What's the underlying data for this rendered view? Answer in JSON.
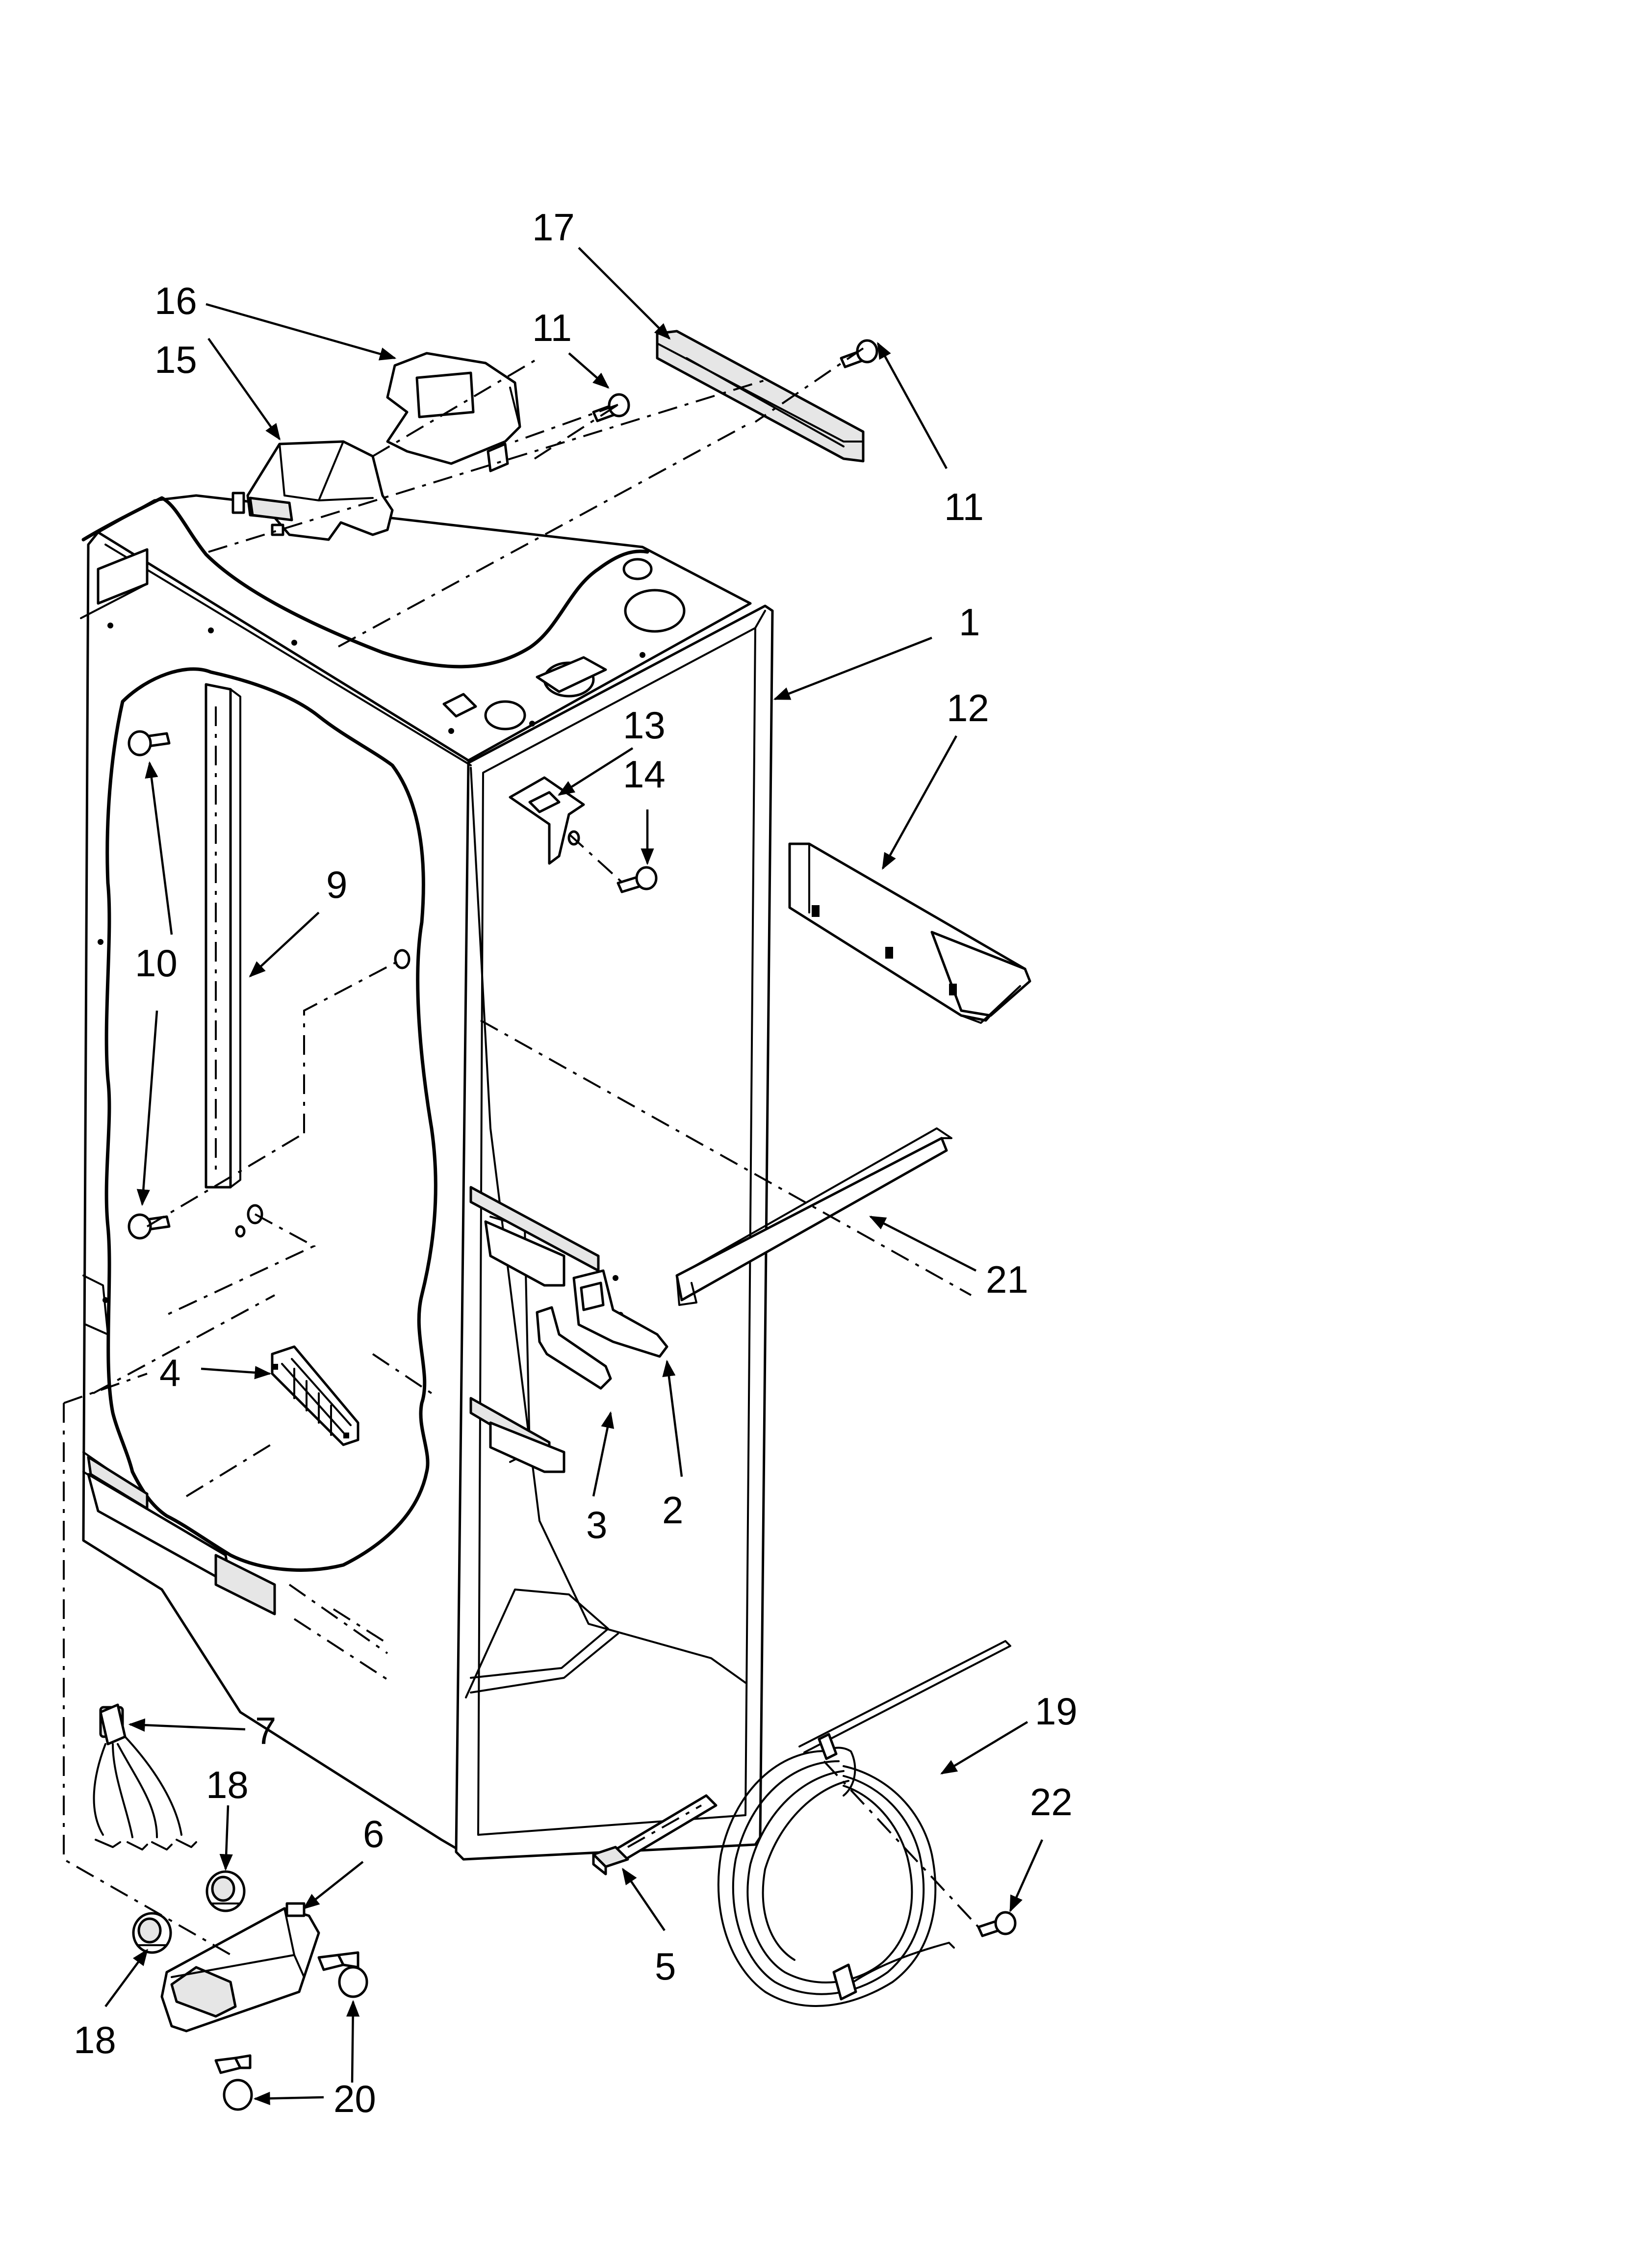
{
  "callouts": [
    {
      "id": "17",
      "text": "17"
    },
    {
      "id": "16",
      "text": "16"
    },
    {
      "id": "11a",
      "text": "11"
    },
    {
      "id": "15",
      "text": "15"
    },
    {
      "id": "11b",
      "text": "11"
    },
    {
      "id": "1",
      "text": "1"
    },
    {
      "id": "12",
      "text": "12"
    },
    {
      "id": "13",
      "text": "13"
    },
    {
      "id": "14",
      "text": "14"
    },
    {
      "id": "9",
      "text": "9"
    },
    {
      "id": "10",
      "text": "10"
    },
    {
      "id": "21",
      "text": "21"
    },
    {
      "id": "4",
      "text": "4"
    },
    {
      "id": "3",
      "text": "3"
    },
    {
      "id": "2",
      "text": "2"
    },
    {
      "id": "7",
      "text": "7"
    },
    {
      "id": "18a",
      "text": "18"
    },
    {
      "id": "6",
      "text": "6"
    },
    {
      "id": "19",
      "text": "19"
    },
    {
      "id": "22",
      "text": "22"
    },
    {
      "id": "5",
      "text": "5"
    },
    {
      "id": "18b",
      "text": "18"
    },
    {
      "id": "20",
      "text": "20"
    }
  ]
}
